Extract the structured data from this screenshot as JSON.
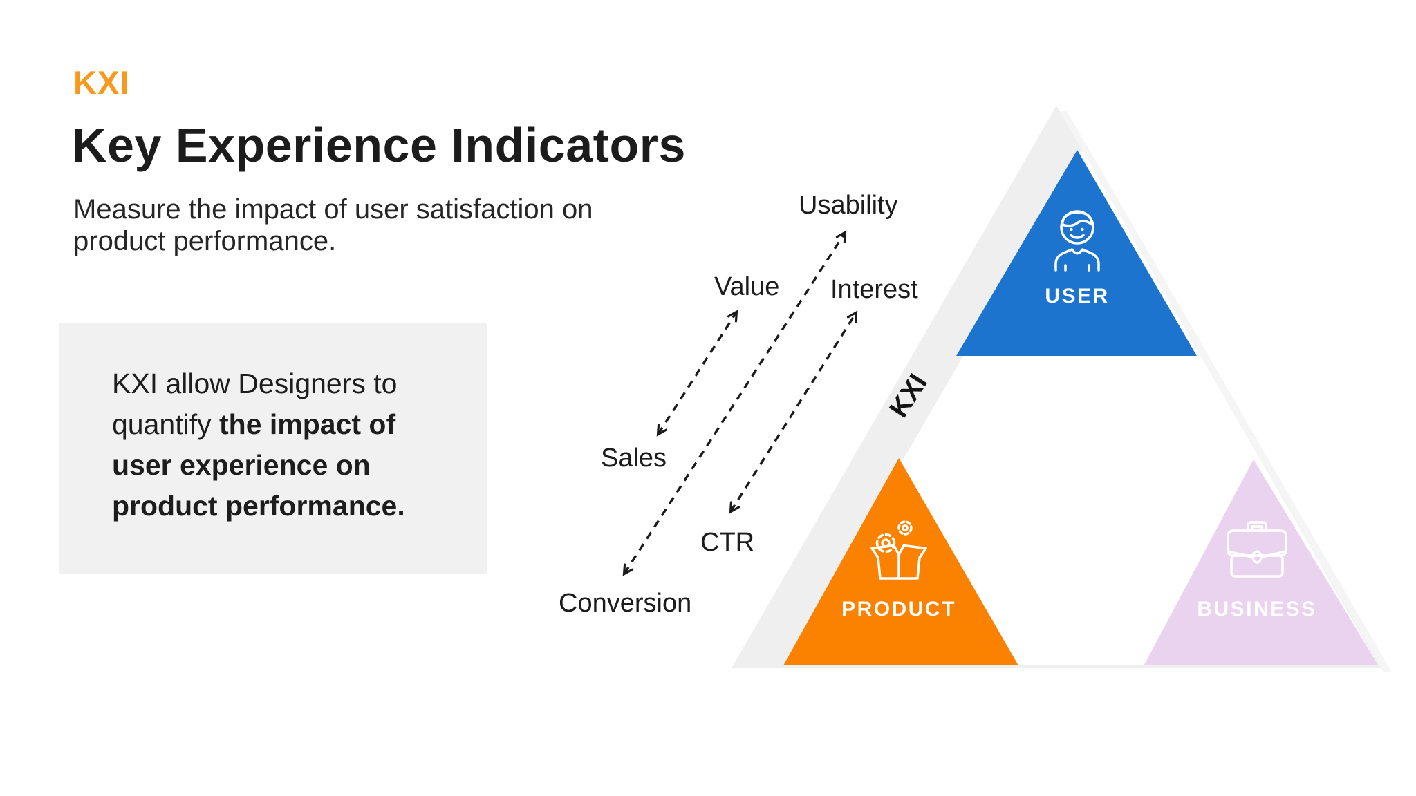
{
  "logo": {
    "text": "KXI",
    "color": "#F8991D"
  },
  "header": {
    "title": "Key Experience Indicators",
    "subtitle_line1": "Measure the impact of user satisfaction on",
    "subtitle_line2": "product performance."
  },
  "quote": {
    "line1": "KXI allow Designers to",
    "line2_normal": "quantify ",
    "line2_bold": "the impact of",
    "line3_bold": "user experience on",
    "line4_bold": "product performance."
  },
  "pyramid": {
    "band_label": "KXI",
    "tiers": [
      {
        "label": "USER",
        "icon": "person-icon",
        "color": "#1D74CE"
      },
      {
        "label": "PRODUCT",
        "icon": "open-box-gears-icon",
        "color": "#FB8200"
      },
      {
        "label": "BUSINESS",
        "icon": "briefcase-icon",
        "color": "#E9D3EF"
      }
    ],
    "colors": {
      "band": "#EFEFEF",
      "user": "#1D74CE",
      "product": "#FB8200",
      "business": "#E9D3EF"
    }
  },
  "metrics": {
    "usability": "Usability",
    "value": "Value",
    "interest": "Interest",
    "sales": "Sales",
    "ctr": "CTR",
    "conversion": "Conversion",
    "links": [
      {
        "bottom": "Sales",
        "top": "Value"
      },
      {
        "bottom": "Conversion",
        "top": "Usability"
      },
      {
        "bottom": "CTR",
        "top": "Interest"
      }
    ]
  }
}
